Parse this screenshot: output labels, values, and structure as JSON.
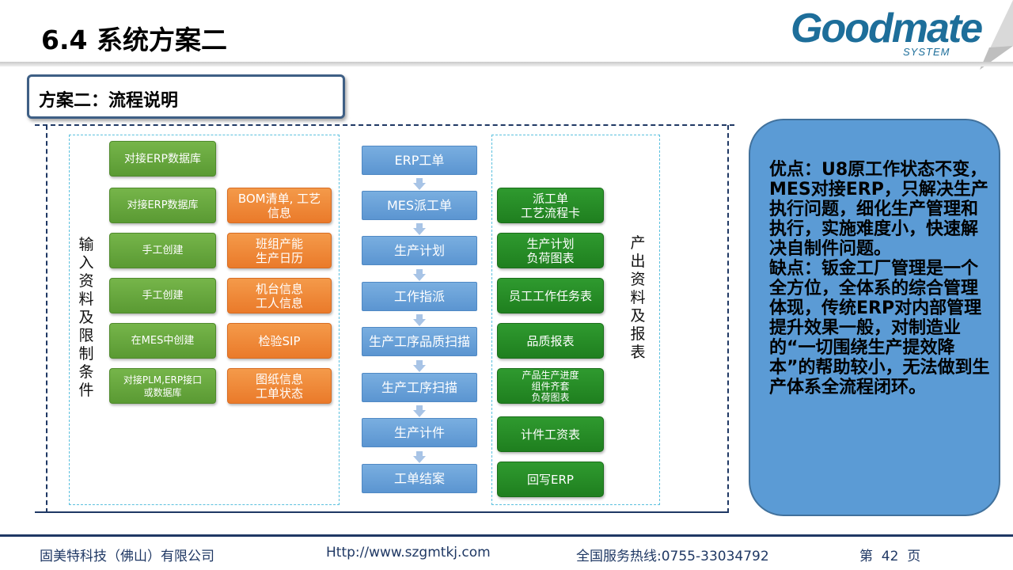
{
  "header": {
    "title": "6.4 系统方案二",
    "logo_wordmark": "Goodmate",
    "logo_subtitle": "SYSTEM"
  },
  "plan_label": "方案二：流程说明",
  "diagram": {
    "input_label": "输入资料及限制条件",
    "output_label": "产出资料及报表",
    "input_green": [
      "对接ERP数据库",
      "对接ERP数据库",
      "手工创建",
      "手工创建",
      "在MES中创建",
      "对接PLM,ERP接口\n或数据库"
    ],
    "input_orange": [
      "BOM清单, 工艺\n信息",
      "班组产能\n生产日历",
      "机台信息\n工人信息",
      "检验SIP",
      "图纸信息\n工单状态"
    ],
    "flow": [
      "ERP工单",
      "MES派工单",
      "生产计划",
      "工作指派",
      "生产工序品质扫描",
      "生产工序扫描",
      "生产计件",
      "工单结案"
    ],
    "outputs": [
      "派工单\n工艺流程卡",
      "生产计划\n负荷图表",
      "员工工作任务表",
      "品质报表",
      "产品生产进度\n组件齐套\n负荷图表",
      "计件工资表",
      "回写ERP"
    ]
  },
  "panel": {
    "pros": "优点：U8原工作状态不变，MES对接ERP，只解决生产执行问题，细化生产管理和执行，实施难度小，快速解决自制件问题。",
    "cons": "缺点：钣金工厂管理是一个全方位，全体系的综合管理体现，传统ERP对内部管理提升效果一般，对制造业的“一切围绕生产提效降本”的帮助较小，无法做到生产体系全流程闭环。"
  },
  "footer": {
    "company": "固美特科技（佛山）有限公司",
    "url": "Http://www.szgmtkj.com",
    "hotline": "全国服务热线:0755-33034792",
    "page": "第  42  页"
  },
  "colors": {
    "green": "#6aa93f",
    "orange": "#ee8434",
    "blue": "#5b95d1",
    "dark_green": "#268c26",
    "panel": "#5b9bd5",
    "navy": "#1f3864"
  }
}
